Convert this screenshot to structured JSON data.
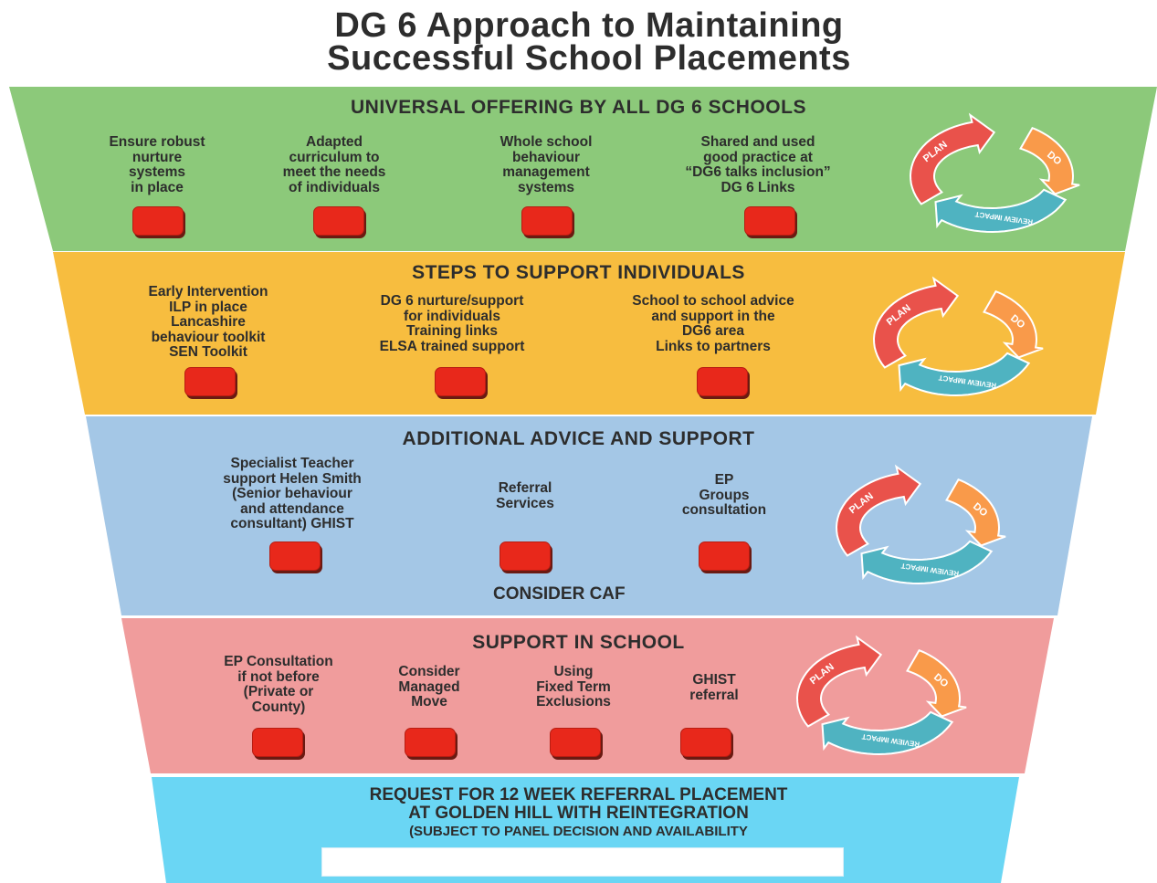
{
  "title": {
    "line1": "DG 6 Approach to Maintaining",
    "line2": "Successful School Placements"
  },
  "colors": {
    "green": "#8cc97a",
    "orange": "#f7bd3f",
    "blue": "#a4c7e6",
    "pink": "#f09c9c",
    "cyan": "#6ad6f4",
    "checkbox": "#e8281b",
    "plan_arrow": "#e9524b",
    "do_arrow": "#f99a4a",
    "review_arrow": "#4fb3c1"
  },
  "cycle": {
    "plan": "PLAN",
    "do": "DO",
    "review": "REVIEW IMPACT"
  },
  "bands": {
    "universal": {
      "title": "UNIVERSAL OFFERING BY ALL DG 6 SCHOOLS",
      "items": [
        {
          "lines": [
            "Ensure robust",
            "nurture",
            "systems",
            "in place"
          ]
        },
        {
          "lines": [
            "Adapted",
            "curriculum to",
            "meet the needs",
            "of individuals"
          ]
        },
        {
          "lines": [
            "Whole school",
            "behaviour",
            "management",
            "systems"
          ]
        },
        {
          "lines": [
            "Shared and used",
            "good practice at",
            "“DG6 talks inclusion”",
            "DG 6 Links"
          ]
        }
      ]
    },
    "steps": {
      "title": "STEPS TO SUPPORT INDIVIDUALS",
      "items": [
        {
          "lines": [
            "Early Intervention",
            "ILP in place",
            "Lancashire",
            "behaviour toolkit",
            "SEN Toolkit"
          ]
        },
        {
          "lines": [
            "DG 6 nurture/support",
            "for individuals",
            "Training links",
            "ELSA trained support"
          ]
        },
        {
          "lines": [
            "School to school advice",
            "and support in the",
            "DG6 area",
            "Links to partners"
          ]
        }
      ]
    },
    "additional": {
      "title": "ADDITIONAL ADVICE AND SUPPORT",
      "items": [
        {
          "lines": [
            "Specialist Teacher",
            "support Helen Smith",
            "(Senior behaviour",
            "and attendance",
            "consultant) GHIST"
          ]
        },
        {
          "lines": [
            "Referral",
            "Services"
          ]
        },
        {
          "lines": [
            "EP",
            "Groups",
            "consultation"
          ]
        }
      ],
      "footer": "CONSIDER CAF"
    },
    "school": {
      "title": "SUPPORT IN SCHOOL",
      "items": [
        {
          "lines": [
            "EP Consultation",
            "if not before",
            "(Private or",
            "County)"
          ]
        },
        {
          "lines": [
            "Consider",
            "Managed",
            "Move"
          ]
        },
        {
          "lines": [
            "Using",
            "Fixed Term",
            "Exclusions"
          ]
        },
        {
          "lines": [
            "GHIST",
            "referral"
          ]
        }
      ]
    },
    "request": {
      "line1": "REQUEST FOR 12 WEEK REFERRAL PLACEMENT",
      "line2": "AT GOLDEN HILL WITH REINTEGRATION",
      "line3": "(SUBJECT TO PANEL DECISION AND AVAILABILITY"
    }
  }
}
